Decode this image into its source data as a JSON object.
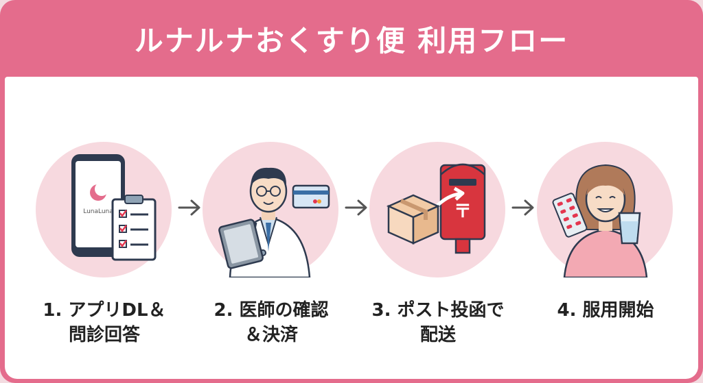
{
  "title": "ルナルナおくすり便 利用フロー",
  "colors": {
    "header": "#e46c8c",
    "circle": "#f7d9df",
    "accent_red": "#d8353e"
  },
  "steps": [
    {
      "line1": "1. アプリDL＆",
      "line2": "問診回答",
      "icon": "smartphone-checklist-icon",
      "app_name": "LunaLuna"
    },
    {
      "line1": "2. 医師の確認",
      "line2": "＆決済",
      "icon": "doctor-tablet-credit-card-icon"
    },
    {
      "line1": "3. ポスト投函で",
      "line2": "配送",
      "icon": "package-postbox-icon",
      "postal_mark": "〒"
    },
    {
      "line1": "4. 服用開始",
      "line2": "",
      "icon": "woman-pill-water-icon"
    }
  ],
  "arrow_icon": "arrow-right-icon"
}
